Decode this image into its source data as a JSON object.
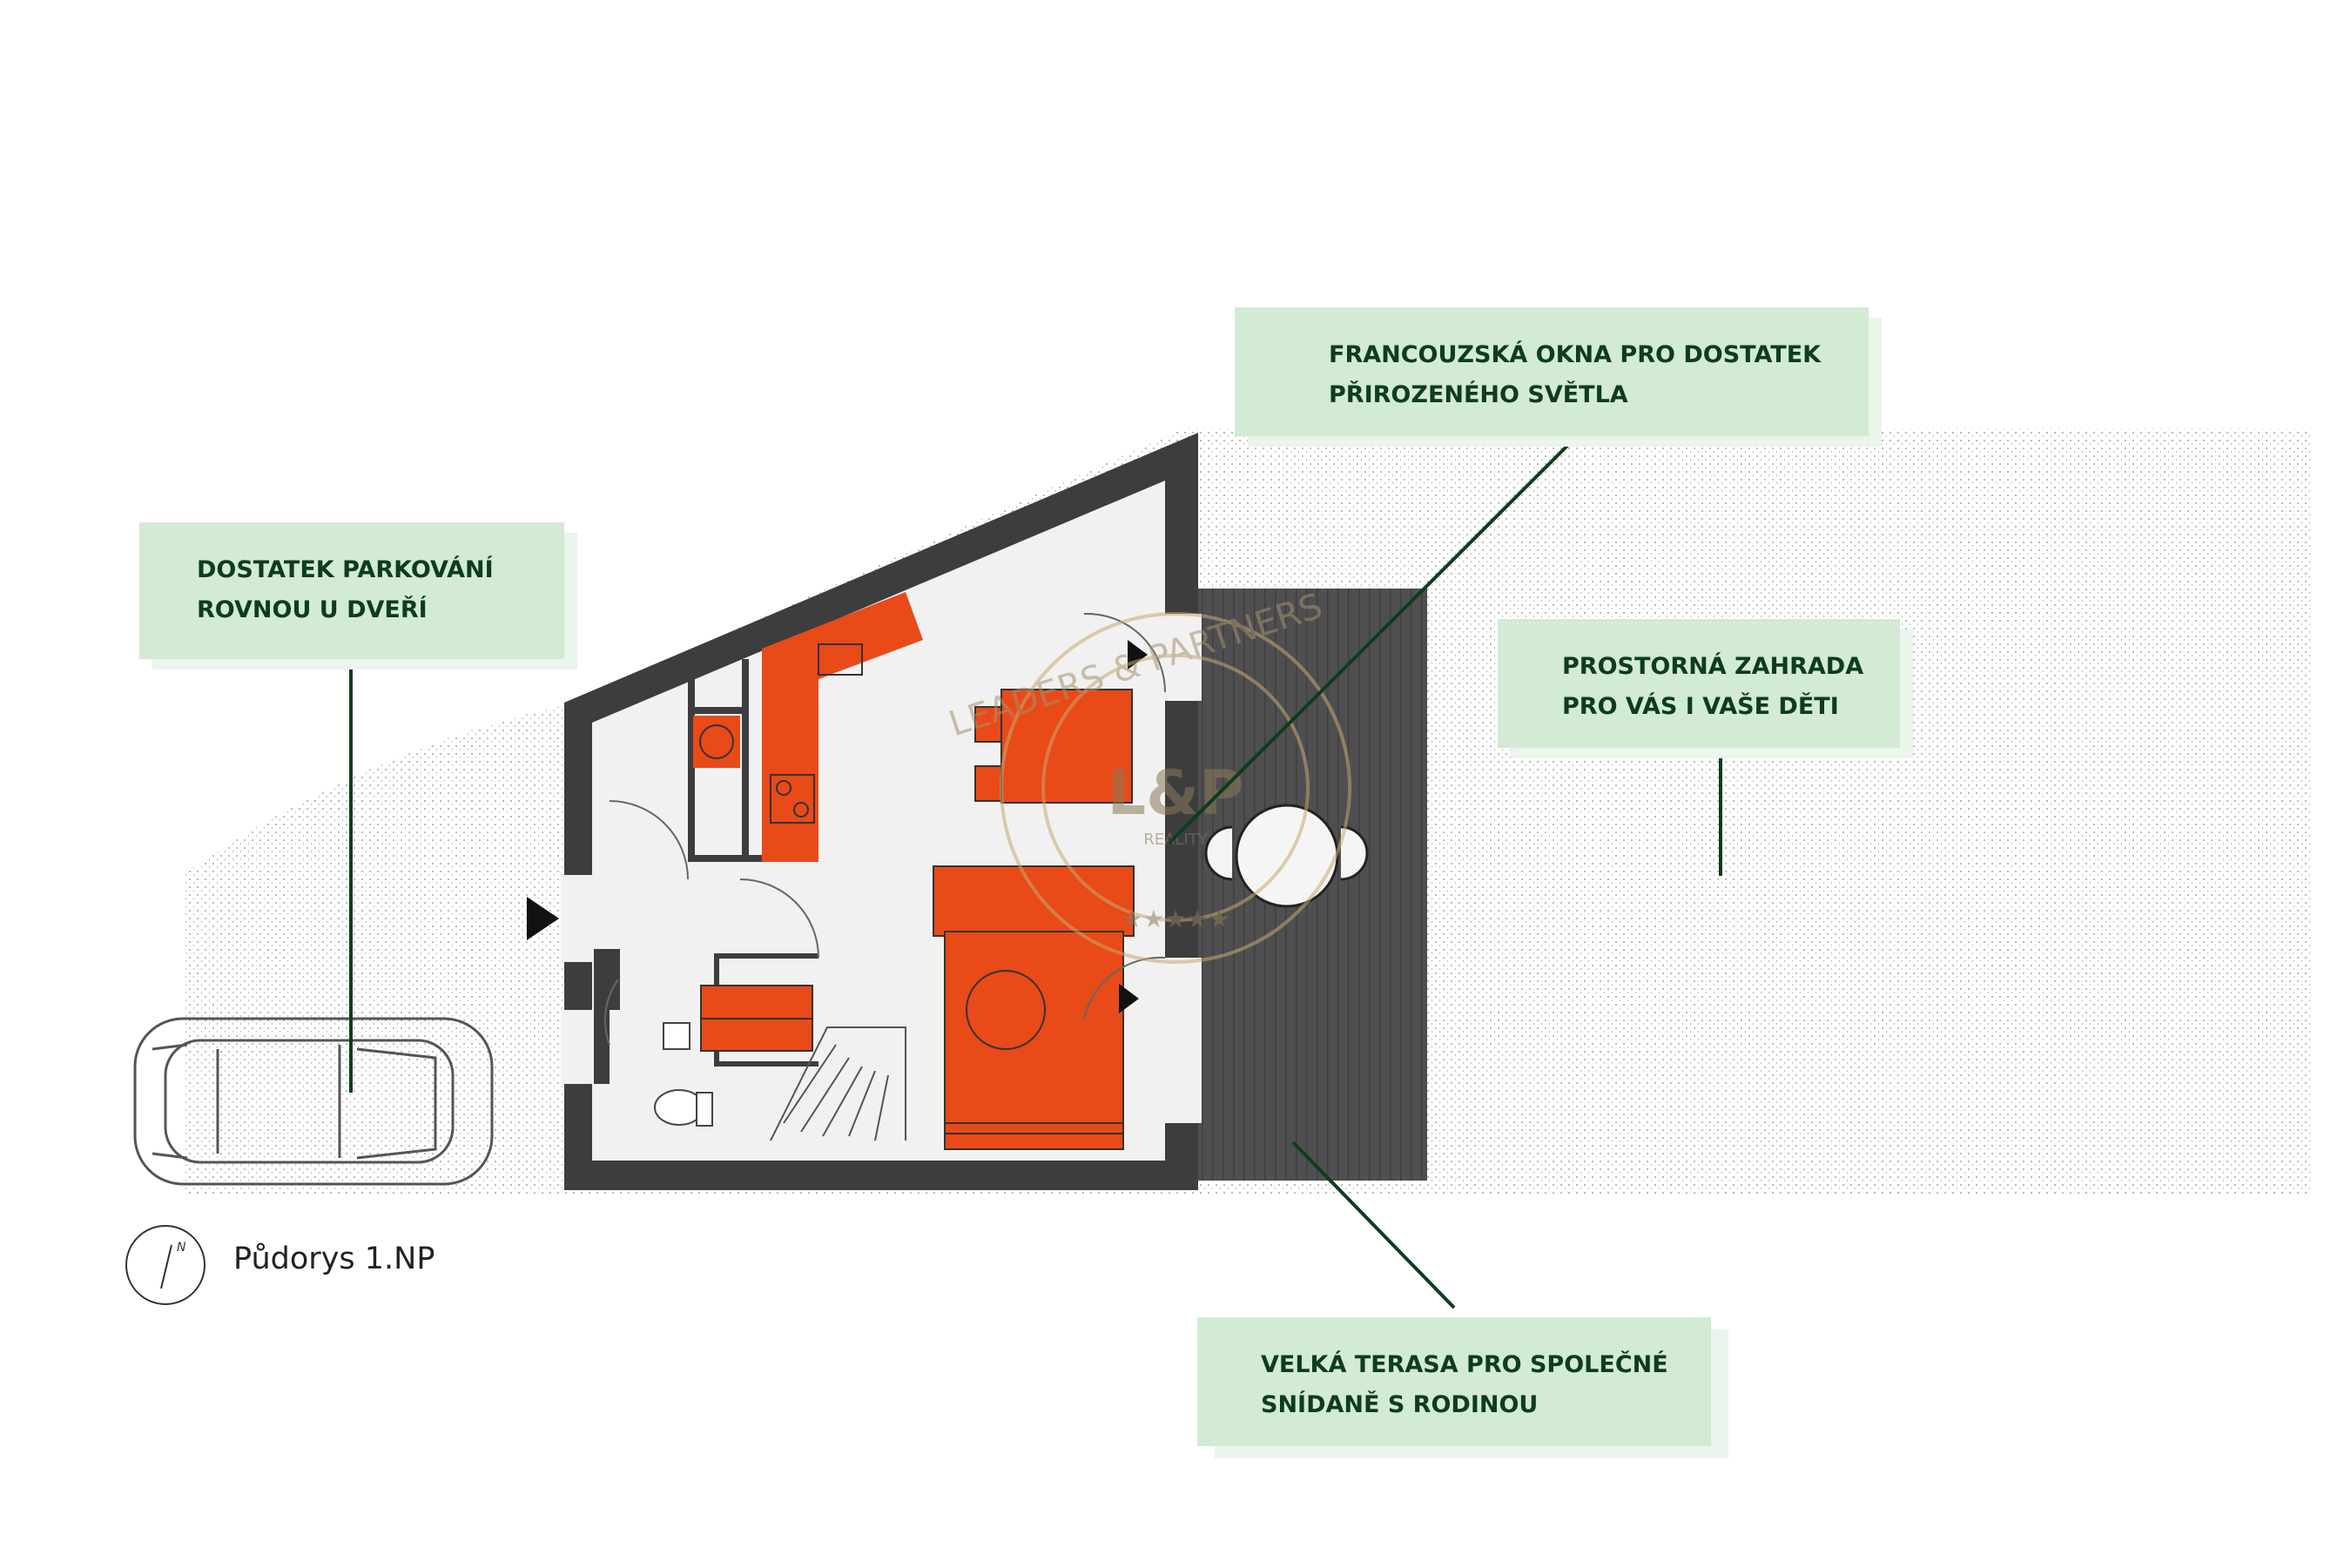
{
  "callouts": {
    "parking": {
      "line1": "DOSTATEK PARKOVÁNÍ",
      "line2": "ROVNOU U DVEŘÍ"
    },
    "windows": {
      "line1": "FRANCOUZSKÁ OKNA PRO DOSTATEK",
      "line2": "PŘIROZENÉHO SVĚTLA"
    },
    "garden": {
      "line1": "PROSTORNÁ ZAHRADA",
      "line2": "PRO VÁS I VAŠE DĚTI"
    },
    "terrace": {
      "line1": "VELKÁ TERASA PRO SPOLEČNÉ",
      "line2": "SNÍDANĚ S RODINOU"
    }
  },
  "floor_label": "Půdorys 1.NP",
  "compass_letter": "N",
  "watermark": {
    "text": "LEADERS & PARTNERS",
    "monogram": "L&P",
    "sub": "REALITY"
  },
  "colors": {
    "wall": "#3d3d3f",
    "furniture": "#e84a18",
    "terrace": "#505052",
    "callout_bg": "#d3ead5",
    "callout_text": "#0d3d1a",
    "leader_line": "#0d3d1a",
    "floor": "#f1f1f1"
  }
}
